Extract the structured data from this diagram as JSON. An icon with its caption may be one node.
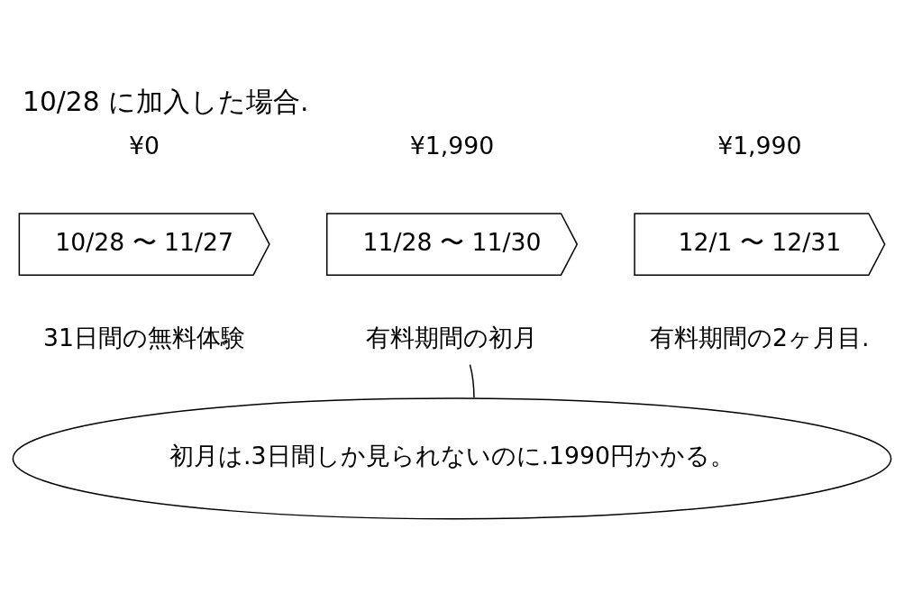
{
  "diagram": {
    "title": "10/28 に加入した場合.",
    "nodes": [
      {
        "text": [
          "10/28 〜 11/27"
        ],
        "beside": [
          "¥0"
        ]
      },
      {
        "text": [
          "31日間の無料体験"
        ]
      },
      {
        "text": [
          "11/28 〜 11/30"
        ],
        "beside": [
          "¥1,990"
        ]
      },
      {
        "text": [
          "有料期間の初月"
        ]
      },
      {
        "text": [
          "12/1 〜 12/31"
        ],
        "beside": [
          "¥1,990"
        ]
      },
      {
        "text": [
          "有料期間の2ヶ月目."
        ]
      },
      {
        "text": [
          "初月は.3日間しか見られないのに.1990円かかる。"
        ]
      }
    ],
    "edges": [
      {
        "from": 6,
        "to": 3,
        "arrow": "none"
      }
    ]
  }
}
